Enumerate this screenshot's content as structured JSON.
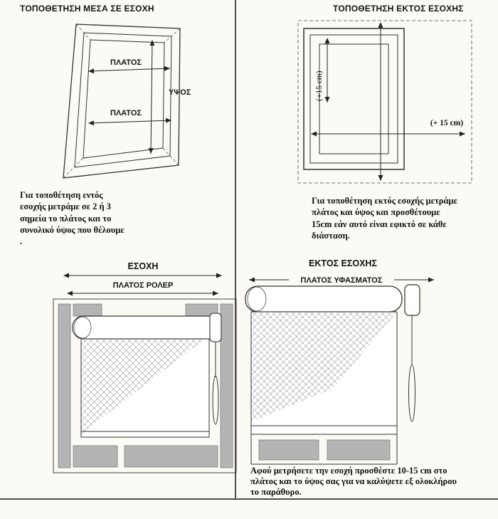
{
  "colors": {
    "background": "#fcfaf4",
    "line": "#333333",
    "wall_gray": "#b4b4b4",
    "divider": "#4d4d4d"
  },
  "inside": {
    "title": "ΤΟΠΟΘΕΤΗΣΗ ΜΕΣΑ ΣΕ ΕΣΟΧΗ",
    "labels": {
      "width_top": "ΠΛΑΤΟΣ",
      "height": "ΥΨΟΣ",
      "width_bottom": "ΠΛΑΤΟΣ"
    },
    "caption": "Για τοποθέτηση εντός εσοχής μετράμε σε 2 ή 3 σημεία το πλάτος και το συνολικό ύψος που θέλουμε ."
  },
  "outside": {
    "title": "ΤΟΠΟΘΕΤΗΣΗ ΕΚΤΟΣ ΕΣΟΧΗΣ",
    "labels": {
      "height_add": "(+15 cm)",
      "width_add": "(+ 15 cm)"
    },
    "caption": "Για τοποθέτηση εκτός εσοχής μετράμε πλάτος και ύψος και προσθέτουμε 15cm εάν αυτό είναι εφικτό σε κάθε διάσταση."
  },
  "recess": {
    "labels": {
      "recess": "ΕΣΟΧΗ",
      "roller_width": "ΠΛΑΤΟΣ ΡΟΛΕΡ"
    }
  },
  "outside_roller": {
    "title": "ΕΚΤΟΣ ΕΣΟΧΗΣ",
    "labels": {
      "fabric_width": "ΠΛΑΤΟΣ ΥΦΑΣΜΑΤΟΣ"
    },
    "caption": "Αφού μετρήσετε την εσοχή προσθέστε 10-15 cm στο πλάτος και το ύψος σας για να καλύψετε εξ ολοκλήρου το παράθυρο."
  }
}
